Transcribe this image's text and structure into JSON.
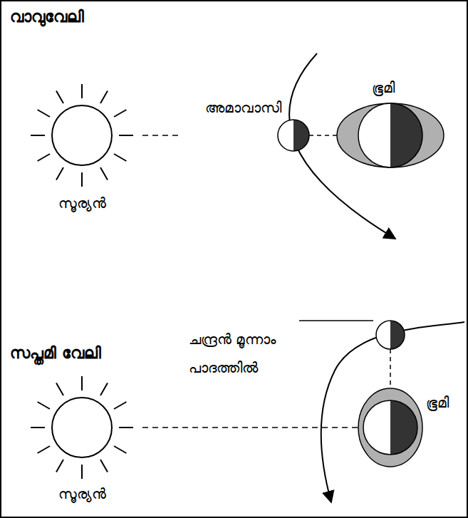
{
  "diagram": {
    "labels": [
      "വാവുവേലി",
      "അമാവാസി",
      "ഭൂമി",
      "സൂര്യൻ",
      "ചന്ദ്രൻ മൂന്നാം പാദത്തിൽ",
      "സപ്തമി വേലി",
      "ഭൂമി",
      "സൂര്യൻ"
    ]
  }
}
